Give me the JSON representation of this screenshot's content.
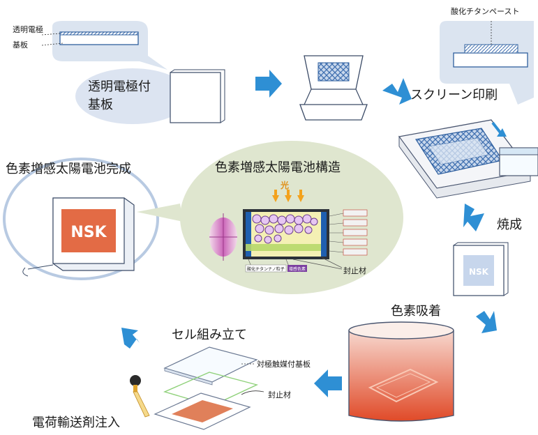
{
  "steps": {
    "transparent_electrode": "透明電極付\n基板",
    "screen_print": "スクリーン印刷",
    "firing": "焼成",
    "dye_adsorption": "色素吸着",
    "cell_assembly": "セル組み立て",
    "electrolyte_injection": "電荷輸送剤注入",
    "complete": "色素増感太陽電池完成"
  },
  "callouts": {
    "transparent_electrode_layer": "透明電極",
    "substrate": "基板",
    "titania_paste": "酸化チタンペースト",
    "counter_electrode_substrate": "対極触媒付基板",
    "sealant_assembly": "封止材"
  },
  "structure": {
    "title": "色素増感太陽電池構造",
    "light": "光",
    "sealant": "封止材",
    "titania_particle_label": "酸化チタンナノ粒子",
    "dye_label": "增感色素"
  },
  "logo": "NSK",
  "colors": {
    "arrow": "#2e8fd4",
    "bubble": "#dfe8f4",
    "structure_bubble": "#dfe6cf",
    "beaker_liquid": "#e05a3a"
  }
}
